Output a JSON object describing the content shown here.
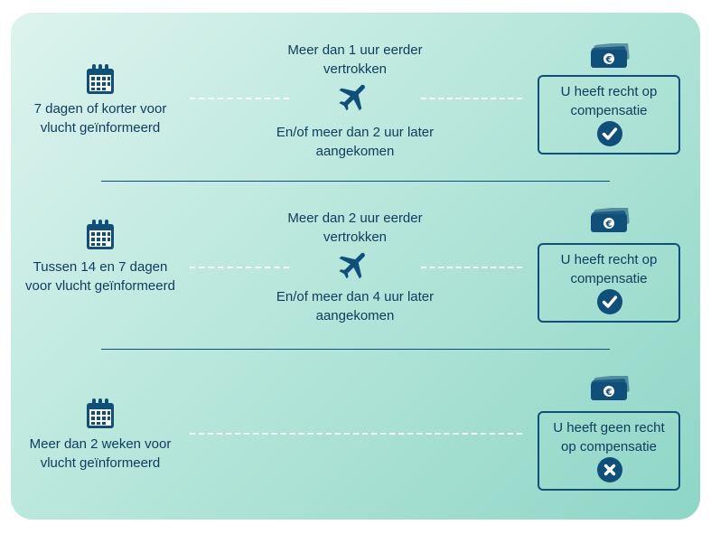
{
  "rows": [
    {
      "notice": "7 dagen of korter voor vlucht geïnformeerd",
      "condition_1": "Meer dan 1 uur eerder vertrokken",
      "condition_2": "En/of meer dan 2 uur later aangekomen",
      "result": "U heeft recht op compensatie",
      "status": "check"
    },
    {
      "notice": "Tussen 14 en 7 dagen voor vlucht geïnformeerd",
      "condition_1": "Meer dan 2 uur eerder vertrokken",
      "condition_2": "En/of meer dan 4 uur later aangekomen",
      "result": "U heeft recht op compensatie",
      "status": "check"
    },
    {
      "notice": "Meer dan 2 weken voor vlucht geïnformeerd",
      "condition_1": "",
      "condition_2": "",
      "result": "U heeft geen recht op compensatie",
      "status": "cross"
    }
  ],
  "colors": {
    "primary": "#0f4f7a",
    "text": "#0f3b5f",
    "background_start": "#ddf3ee",
    "background_end": "#8ed6c6",
    "dash": "#ffffff"
  },
  "icons": {
    "notice": "calendar-icon",
    "condition": "airplane-icon",
    "result": "euro-banknotes-icon",
    "positive": "checkmark-icon",
    "negative": "cross-icon"
  }
}
